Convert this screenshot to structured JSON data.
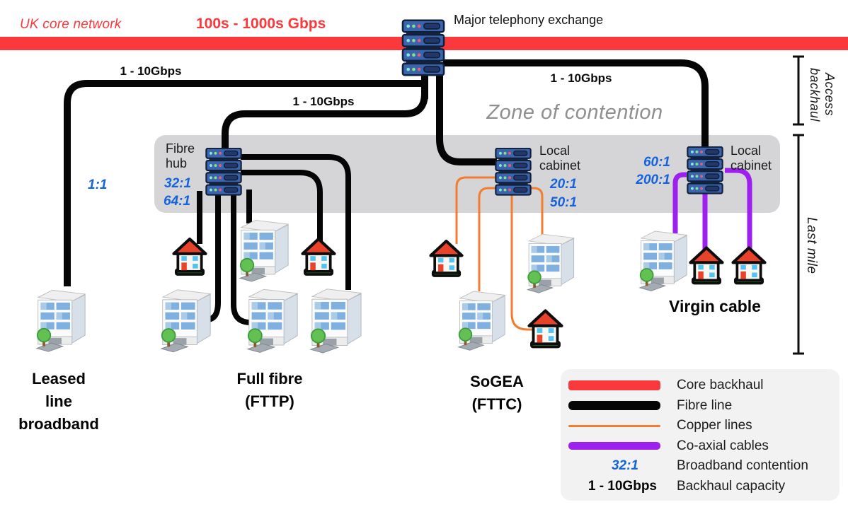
{
  "palette": {
    "core_red": "#F9393B",
    "fibre_black": "#050505",
    "copper_orange": "#F07D30",
    "coax_purple": "#9D20EE",
    "contention_blue": "#1563DB",
    "zone_band_gray": "#D5D5D8"
  },
  "header": {
    "core_network": "UK core network",
    "core_capacity": "100s - 1000s Gbps",
    "exchange": "Major telephony exchange"
  },
  "capacity_labels": {
    "left": "1 - 10Gbps",
    "middle": "1 - 10Gbps",
    "right": "1 - 10Gbps"
  },
  "zone": {
    "label": "Zone of contention"
  },
  "nodes": {
    "fibre_hub": {
      "label": "Fibre hub",
      "ratio_1": "32:1",
      "ratio_2": "64:1"
    },
    "cabinet_fttc": {
      "label": "Local cabinet",
      "ratio_1": "20:1",
      "ratio_2": "50:1"
    },
    "cabinet_virgin": {
      "label": "Local cabinet",
      "ratio_1": "60:1",
      "ratio_2": "200:1"
    }
  },
  "leased_ratio": "1:1",
  "sections": {
    "leased": "Leased\nline\nbroadband",
    "fttp": "Full fibre\n(FTTP)",
    "sogea": "SoGEA\n(FTTC)",
    "virgin": "Virgin cable"
  },
  "side": {
    "access_backhaul": "Access\nbackhaul",
    "last_mile": "Last mile"
  },
  "legend": {
    "items": [
      {
        "swatch": "core",
        "label": "Core backhaul"
      },
      {
        "swatch": "fibre",
        "label": "Fibre line"
      },
      {
        "swatch": "copper",
        "label": "Copper lines"
      },
      {
        "swatch": "coax",
        "label": "Co-axial cables"
      },
      {
        "swatch_text": "32:1",
        "label": "Broadband contention"
      },
      {
        "swatch_text": "1 - 10Gbps",
        "label": "Backhaul capacity"
      }
    ]
  }
}
